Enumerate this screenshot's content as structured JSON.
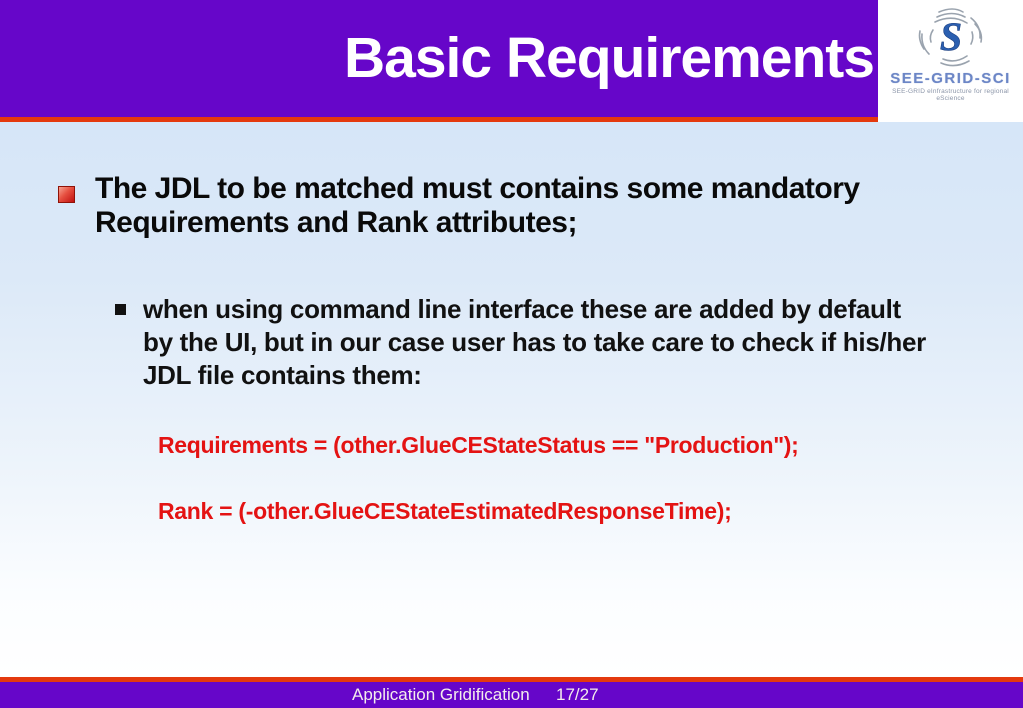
{
  "slide": {
    "title": "Basic Requirements",
    "content": {
      "bullet1": "The JDL to be matched must contains some mandatory\nRequirements and Rank attributes;",
      "sub_bullet": "when using command line interface these are added by default\nby the UI, but in our case user has to take care to check if his/her\nJDL file contains them:",
      "code_lines": [
        "Requirements = (other.GlueCEStateStatus == \"Production\");",
        "Rank = (-other.GlueCEStateEstimatedResponseTime);"
      ]
    },
    "logo": {
      "name": "SEE-GRID-SCI",
      "tagline": "SEE-GRID eInfrastructure for regional eScience",
      "monogram": "S"
    },
    "footer": {
      "label": "Application Gridification",
      "page": "17/27"
    },
    "colors": {
      "header_purple": "#6606C9",
      "accent_red_line": "#E4390E",
      "code_red": "#E41313",
      "body_gradient_top": "#D6E6F8",
      "title_white": "#FFFFFF",
      "logo_blue": "#6C86C6"
    }
  }
}
